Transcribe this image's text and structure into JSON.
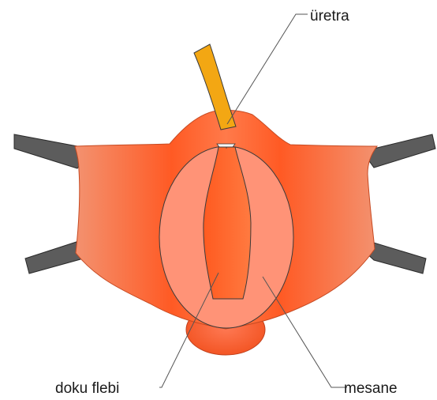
{
  "diagram": {
    "labels": {
      "urethra": "üretra",
      "tissue_flap": "doku flebi",
      "bladder": "mesane"
    },
    "colors": {
      "tissue_edge": "#f39270",
      "tissue_center": "#ff4a12",
      "flap_light": "#ff9377",
      "flap_dark": "#ff5a20",
      "urethra_tube": "#f3a713",
      "retractor": "#5c5c5c",
      "outline": "#3a3a3a",
      "leader_line": "#555555"
    }
  }
}
